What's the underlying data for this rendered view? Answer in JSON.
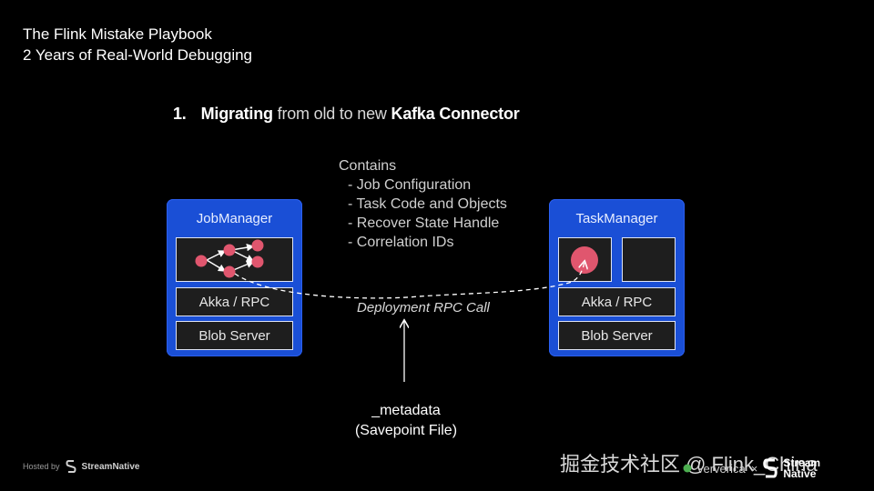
{
  "talk_title": {
    "line1": "The Flink Mistake Playbook",
    "line2": "2 Years of Real-World Debugging"
  },
  "heading": {
    "number": "1.",
    "bold1": "Migrating",
    "light": "from old to new",
    "bold2": "Kafka Connector"
  },
  "contains": {
    "title": "Contains",
    "items": [
      "Job Configuration",
      "Task Code and Objects",
      "Recover State Handle",
      "Correlation IDs"
    ]
  },
  "jobmanager": {
    "title": "JobManager",
    "rpc_label": "Akka / RPC",
    "blob_label": "Blob Server"
  },
  "taskmanager": {
    "title": "TaskManager",
    "rpc_label": "Akka / RPC",
    "blob_label": "Blob Server"
  },
  "deployment_label": "Deployment RPC Call",
  "metadata": {
    "line1": "_metadata",
    "line2": "(Savepoint File)"
  },
  "footer": {
    "hosted_by": "Hosted by",
    "hosted_brand": "StreamNative",
    "partner": "ververica",
    "separator": "×",
    "stream_line1": "Stream",
    "stream_line2": "Native",
    "watermark": "掘金技术社区 @ Flink_China"
  },
  "colors": {
    "node_blue": "#1a4fd6",
    "task_node_pink": "#e0566e",
    "background": "#000000"
  }
}
